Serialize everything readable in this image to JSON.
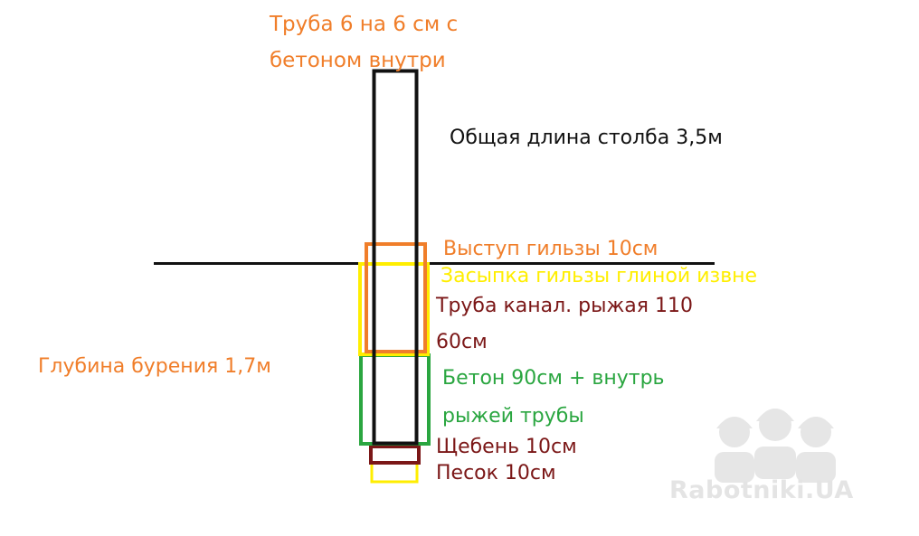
{
  "colors": {
    "black": "#111111",
    "orange": "#f07e2a",
    "yellow": "#ffee00",
    "darkred": "#7b1717",
    "green": "#2aa640",
    "watermark": "#e4e4e4"
  },
  "labels": {
    "pipe_top": [
      "Труба 6 на 6 см с",
      "бетоном внутри"
    ],
    "total_length": "Общая длина столба 3,5м",
    "sleeve_protrusion": "Выступ гильзы 10см",
    "sleeve_backfill": "Засыпка гильзы глиной извне",
    "sewer_pipe": [
      "Труба канал. рыжая 110",
      "60см"
    ],
    "drill_depth": "Глубина бурения 1,7м",
    "concrete": [
      "Бетон 90см + внутрь",
      "рыжей трубы"
    ],
    "gravel": "Щебень 10см",
    "sand": "Песок 10см"
  },
  "watermark": {
    "text": "Rabotniki.UA",
    "icon": "workers-helmet-icon"
  }
}
